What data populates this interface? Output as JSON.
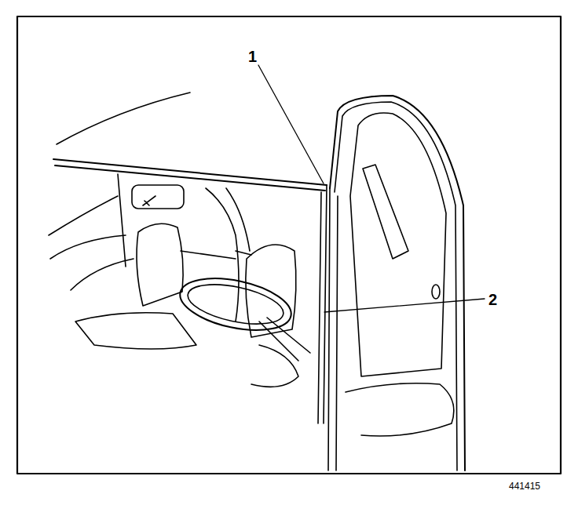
{
  "diagram": {
    "labels": [
      "1",
      "2",
      "441415"
    ]
  }
}
